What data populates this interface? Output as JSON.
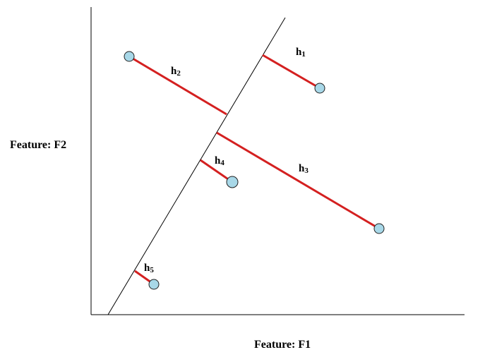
{
  "axes": {
    "y_title": "Feature: F2",
    "x_title": "Feature: F1"
  },
  "distances": [
    {
      "label_main": "h",
      "label_sub": "1"
    },
    {
      "label_main": "h",
      "label_sub": "2"
    },
    {
      "label_main": "h",
      "label_sub": "3"
    },
    {
      "label_main": "h",
      "label_sub": "4"
    },
    {
      "label_main": "h",
      "label_sub": "5"
    }
  ],
  "colors": {
    "axis": "#000000",
    "separator_line": "#000000",
    "distance_segment": "#d42020",
    "point_fill": "#a8d8e8",
    "point_stroke": "#202020"
  }
}
